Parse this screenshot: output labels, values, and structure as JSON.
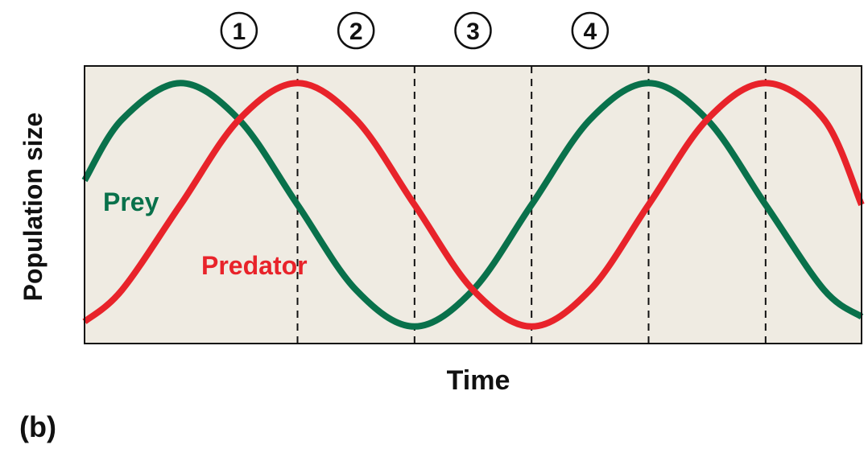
{
  "panel_label": "(b)",
  "chart_data": {
    "type": "line",
    "xlabel": "Time",
    "ylabel": "Population size",
    "background": "#efebe2",
    "phases": [
      "1",
      "2",
      "3",
      "4"
    ],
    "phase_boundaries": [
      1,
      2,
      3,
      4,
      5
    ],
    "xlim": [
      -0.82,
      5.82
    ],
    "ylim": [
      -0.07,
      1.07
    ],
    "series": [
      {
        "name": "Prey",
        "color": "#09714b",
        "x": [
          -0.82,
          -0.5,
          0,
          0.5,
          1,
          1.5,
          2,
          2.5,
          3,
          3.5,
          4,
          4.5,
          5,
          5.5,
          5.82
        ],
        "values": [
          0.6,
          0.85,
          1.0,
          0.85,
          0.5,
          0.15,
          0.0,
          0.15,
          0.5,
          0.85,
          1.0,
          0.85,
          0.5,
          0.15,
          0.04
        ]
      },
      {
        "name": "Predator",
        "color": "#e8232a",
        "x": [
          -0.82,
          -0.5,
          0,
          0.5,
          1,
          1.5,
          2,
          2.5,
          3,
          3.5,
          4,
          4.5,
          5,
          5.5,
          5.82
        ],
        "values": [
          0.02,
          0.15,
          0.5,
          0.85,
          1.0,
          0.85,
          0.5,
          0.15,
          0.0,
          0.15,
          0.5,
          0.85,
          1.0,
          0.85,
          0.5
        ]
      }
    ]
  }
}
